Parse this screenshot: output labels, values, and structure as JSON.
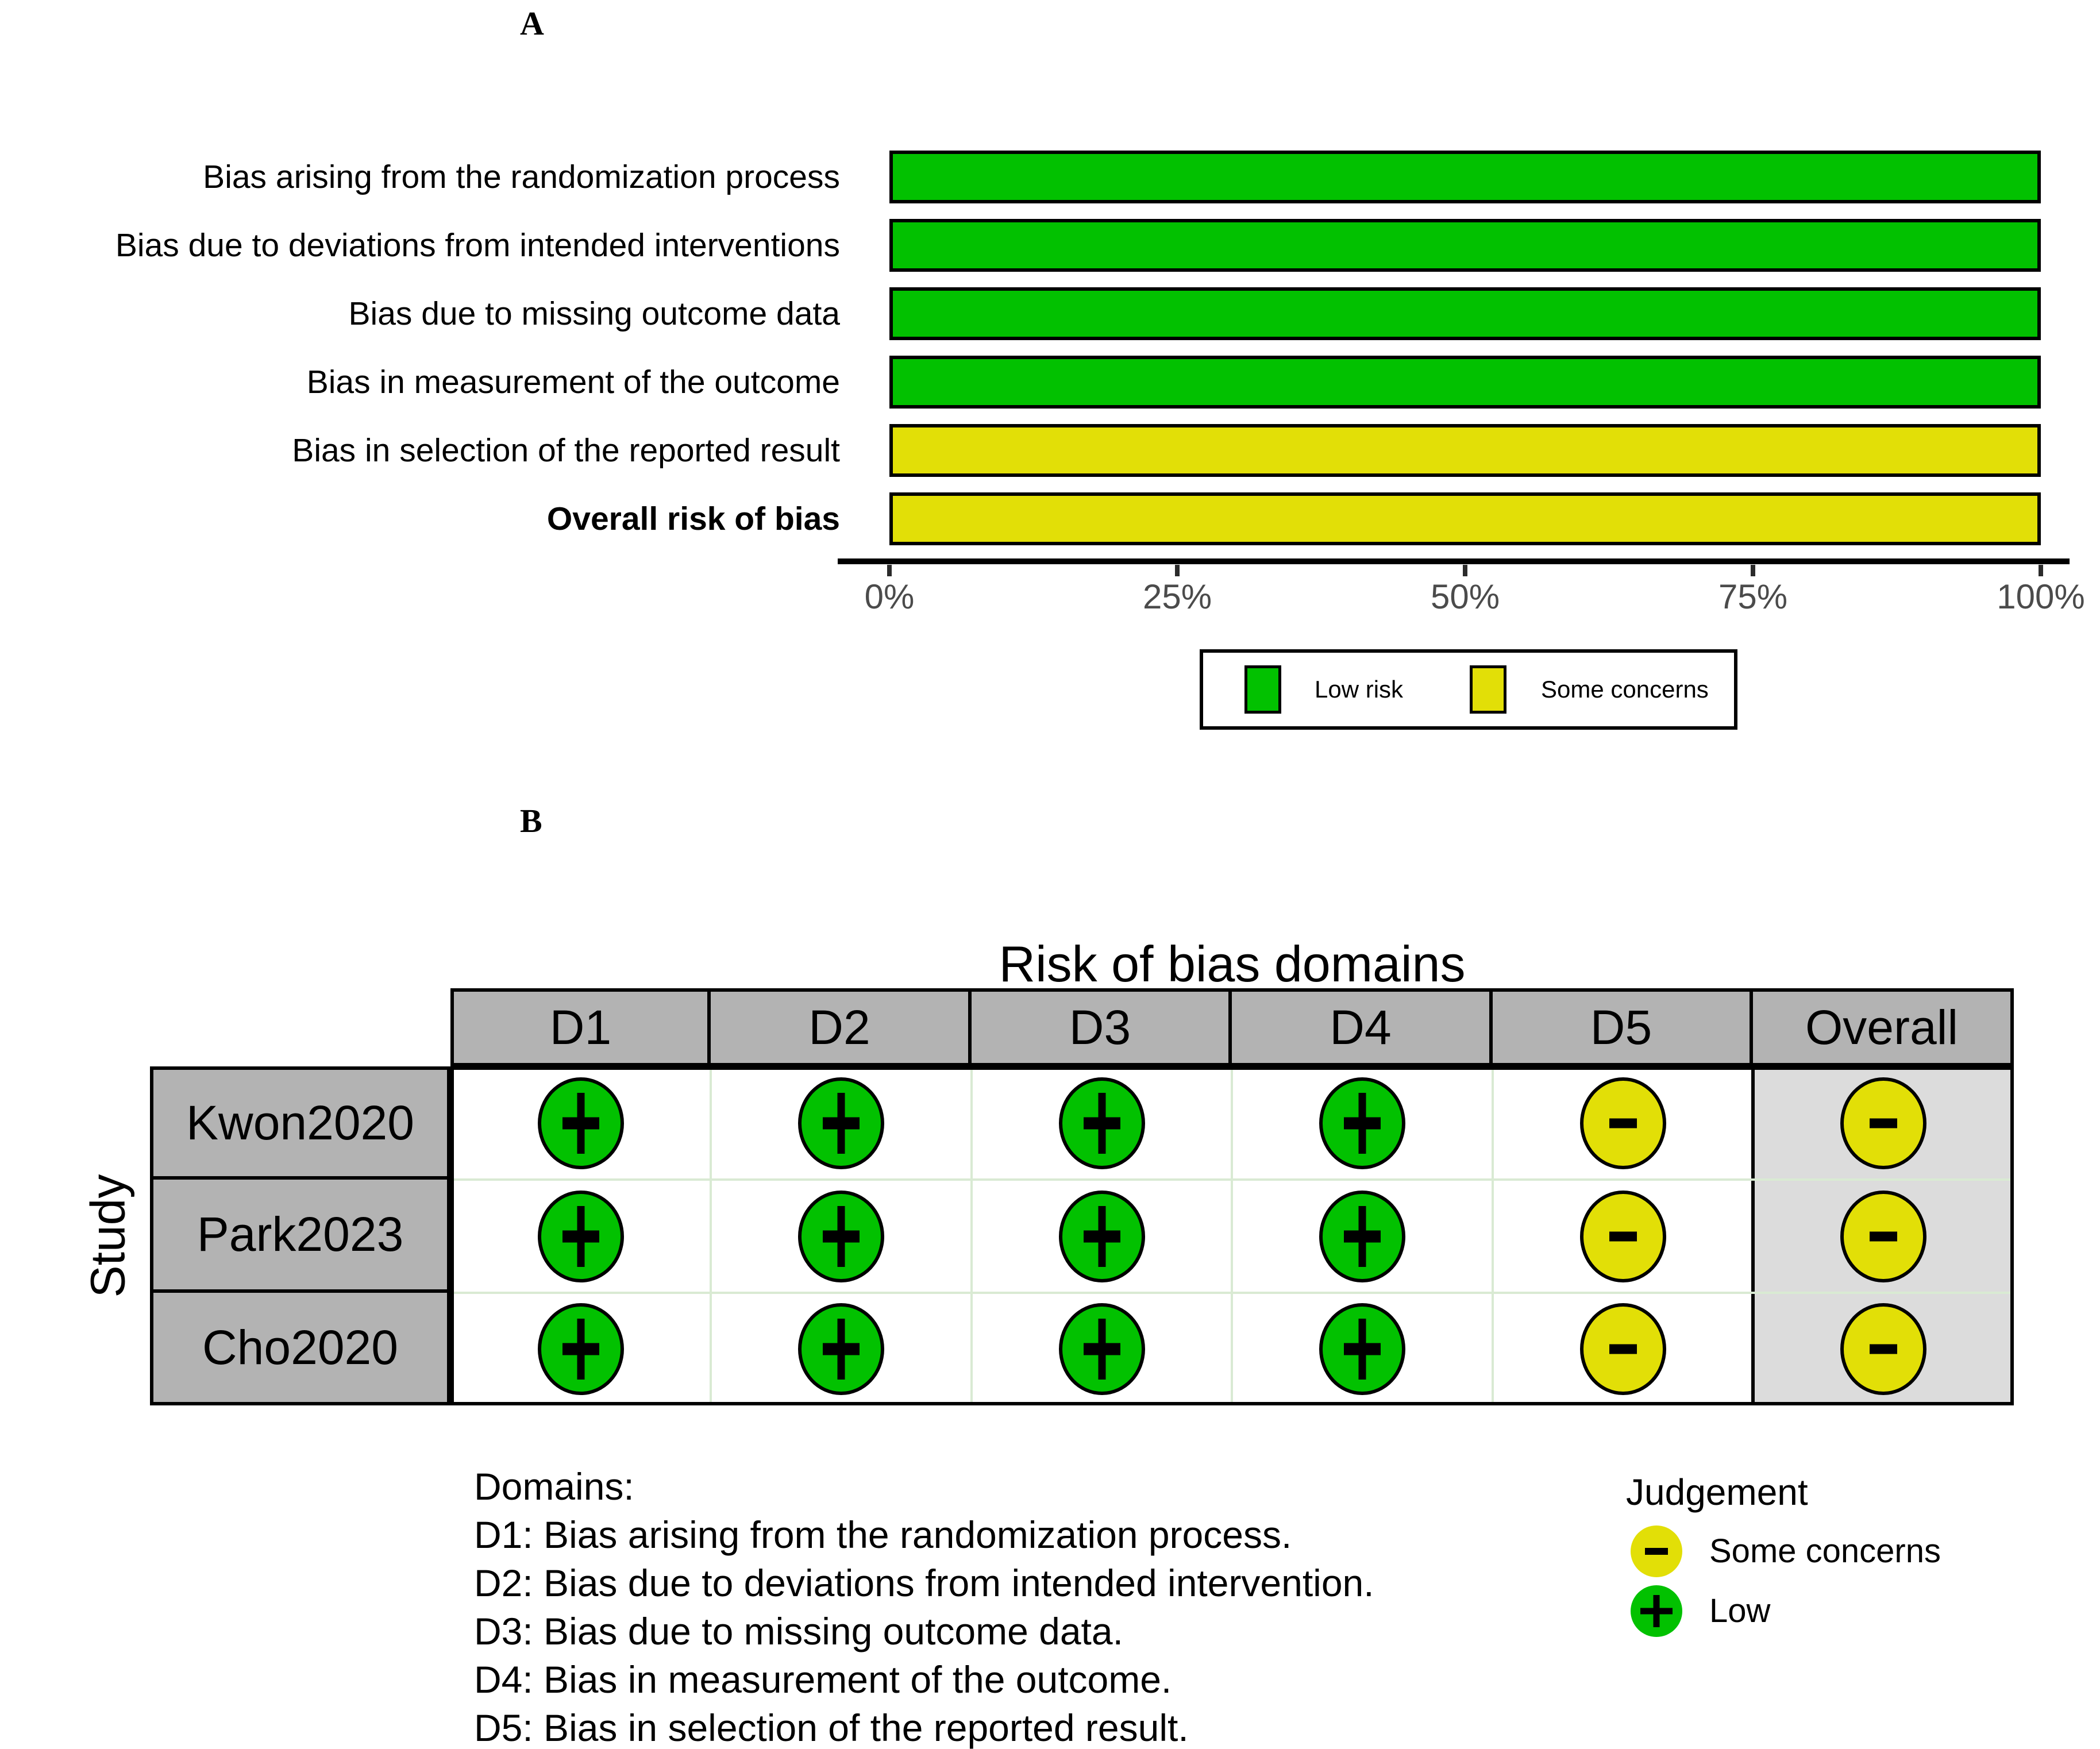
{
  "figure": {
    "panel_a_label": "A",
    "panel_b_label": "B"
  },
  "chart_data": [
    {
      "type": "bar",
      "panel": "A",
      "orientation": "horizontal_stacked_percent",
      "grid": false,
      "categories": [
        {
          "label": "Bias arising from the randomization process",
          "bold": false
        },
        {
          "label": "Bias due to deviations from intended interventions",
          "bold": false
        },
        {
          "label": "Bias due to missing outcome data",
          "bold": false
        },
        {
          "label": "Bias in measurement of the outcome",
          "bold": false
        },
        {
          "label": "Bias in selection of the reported result",
          "bold": false
        },
        {
          "label": "Overall risk of bias",
          "bold": true
        }
      ],
      "series": [
        {
          "name": "Low risk",
          "color": "#02C100",
          "values": [
            100,
            100,
            100,
            100,
            0,
            0
          ]
        },
        {
          "name": "Some concerns",
          "color": "#E2DF07",
          "values": [
            0,
            0,
            0,
            0,
            100,
            100
          ]
        }
      ],
      "xlim": [
        0,
        100
      ],
      "x_ticks": [
        "0%",
        "25%",
        "50%",
        "75%",
        "100%"
      ],
      "axis_text_color": "#4b4b4b",
      "legend": {
        "position": "bottom",
        "items": [
          {
            "label": "Low risk",
            "color": "#02C100"
          },
          {
            "label": "Some concerns",
            "color": "#E2DF07"
          }
        ]
      }
    },
    {
      "type": "table",
      "panel": "B",
      "title": "Risk of bias domains",
      "row_axis_label": "Study",
      "columns": [
        "D1",
        "D2",
        "D3",
        "D4",
        "D5",
        "Overall"
      ],
      "rows": [
        {
          "study": "Kwon2020",
          "judgements": [
            "low",
            "low",
            "low",
            "low",
            "some",
            "some"
          ]
        },
        {
          "study": "Park2023",
          "judgements": [
            "low",
            "low",
            "low",
            "low",
            "some",
            "some"
          ]
        },
        {
          "study": "Cho2020",
          "judgements": [
            "low",
            "low",
            "low",
            "low",
            "some",
            "some"
          ]
        }
      ],
      "judgement_styles": {
        "low": {
          "symbol": "plus",
          "color": "#02C100",
          "label": "Low"
        },
        "some": {
          "symbol": "minus",
          "color": "#E2DF07",
          "label": "Some concerns"
        }
      },
      "header_fill": "#b3b3b3",
      "overall_column_fill": "#dcdcdc",
      "separator_color": "#d9ead3",
      "footnotes": [
        "Domains:",
        "D1: Bias arising from the randomization process.",
        "D2: Bias due to deviations from intended intervention.",
        "D3: Bias due to missing outcome data.",
        "D4: Bias in measurement of the outcome.",
        "D5: Bias in selection of the reported result."
      ],
      "judgement_legend": {
        "title": "Judgement",
        "items": [
          {
            "judgement": "some",
            "label": "Some concerns"
          },
          {
            "judgement": "low",
            "label": "Low"
          }
        ]
      }
    }
  ]
}
